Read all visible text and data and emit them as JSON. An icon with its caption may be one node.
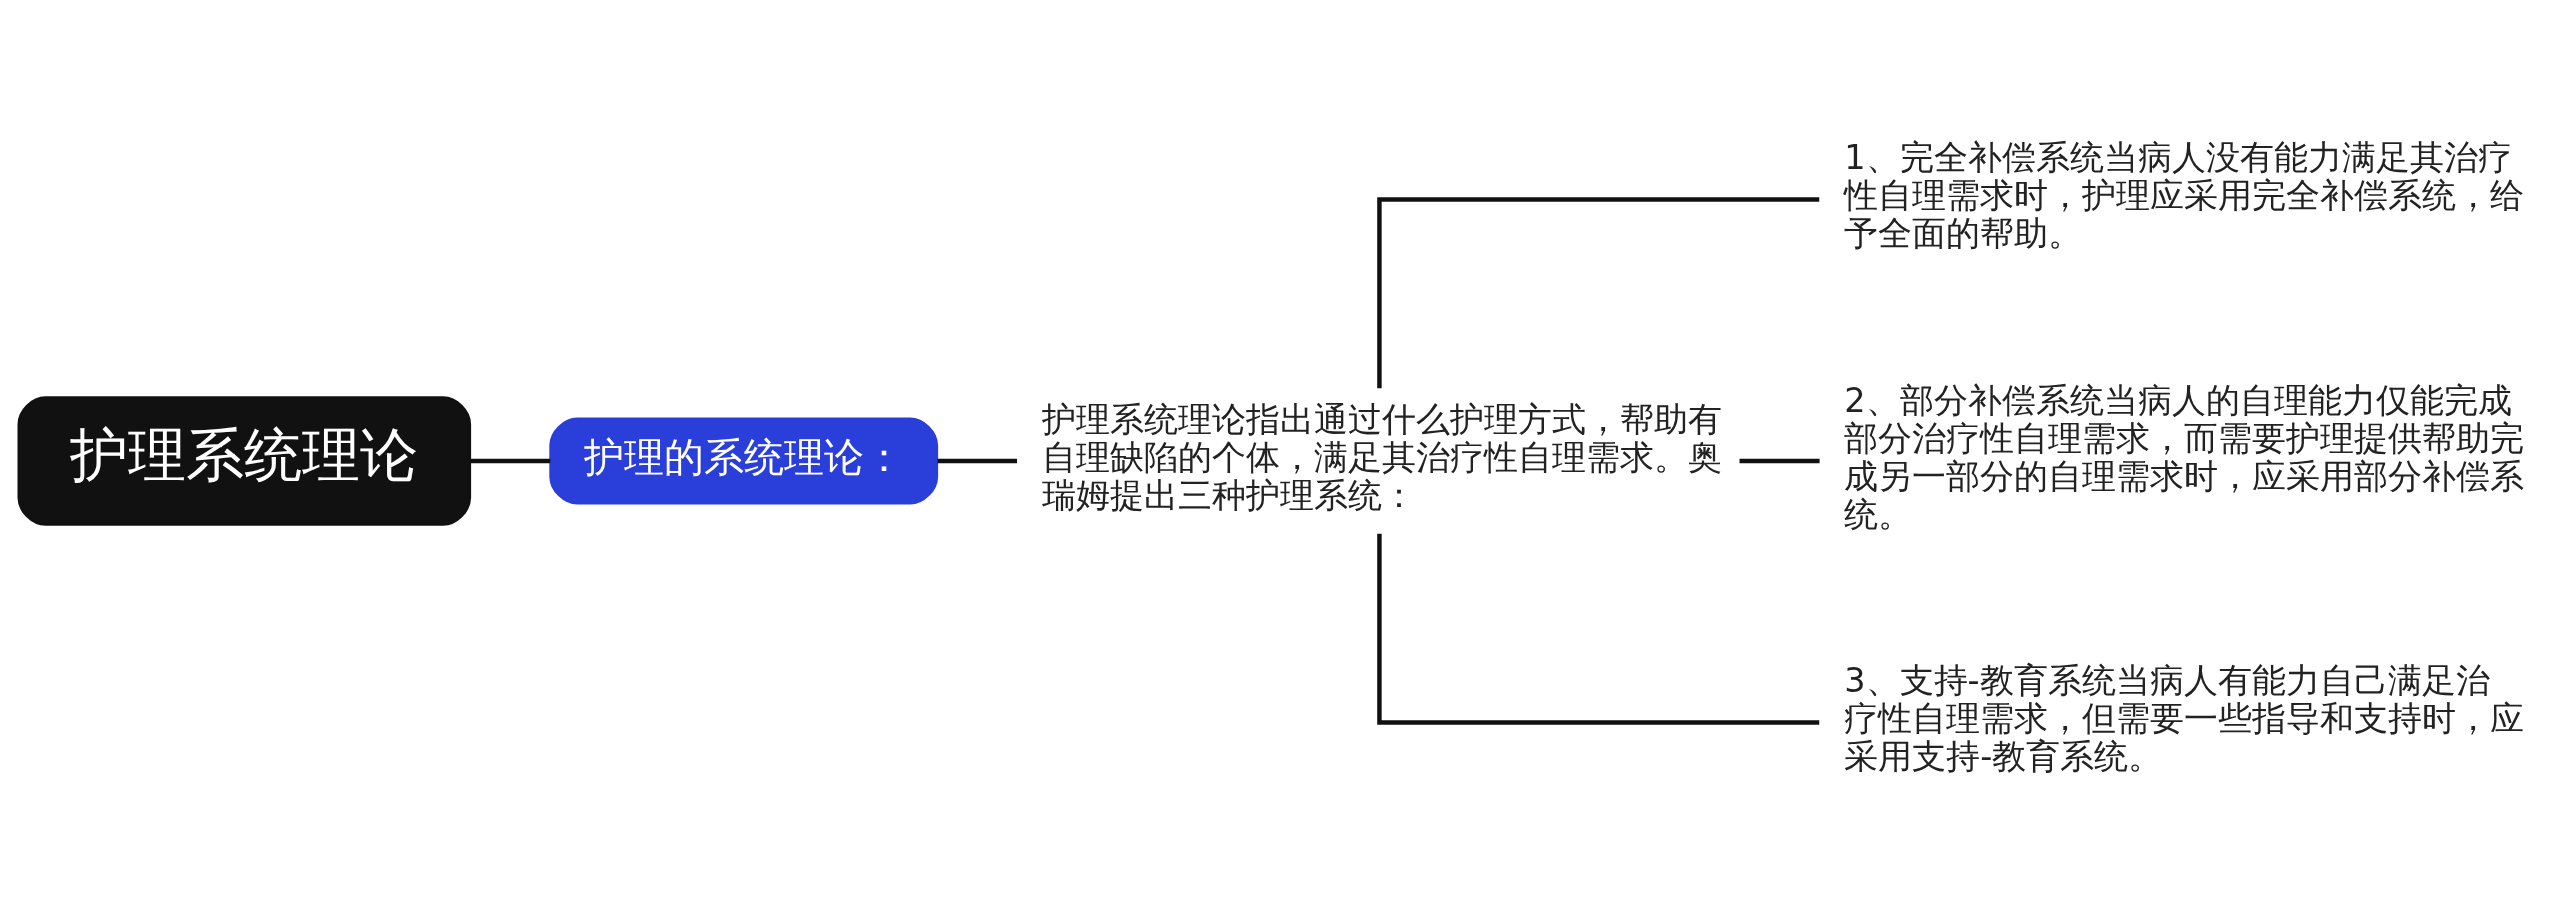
{
  "diagram": {
    "nodes": [
      {
        "text": [
          "护理系统理论"
        ]
      },
      {
        "text": [
          "护理的系统理论："
        ]
      },
      {
        "text": [
          "护理系统理论指出通过什么护理方式，帮助有自理缺陷的个体，满足其治疗性自理需求。奥瑞姆提出三种护理系统："
        ]
      },
      {
        "text": [
          "1、完全补偿系统当病人没有能力满足其治疗性自理需求时，护理应采用完全补偿系统，给予全面的帮助。"
        ]
      },
      {
        "text": [
          "2、部分补偿系统当病人的自理能力仅能完成部分治疗性自理需求，而需要护理提供帮助完成另一部分的自理需求时，应采用部分补偿系统。"
        ]
      },
      {
        "text": [
          "3、支持-教育系统当病人有能力自己满足治疗性自理需求，但需要一些指导和支持时，应采用支持-教育系统。"
        ]
      }
    ],
    "edges": [
      {
        "from": 0,
        "to": 1,
        "arrow": "none"
      },
      {
        "from": 1,
        "to": 2,
        "arrow": "none"
      },
      {
        "from": 2,
        "to": 3,
        "arrow": "none"
      },
      {
        "from": 2,
        "to": 4,
        "arrow": "none"
      },
      {
        "from": 2,
        "to": 5,
        "arrow": "none"
      }
    ]
  }
}
